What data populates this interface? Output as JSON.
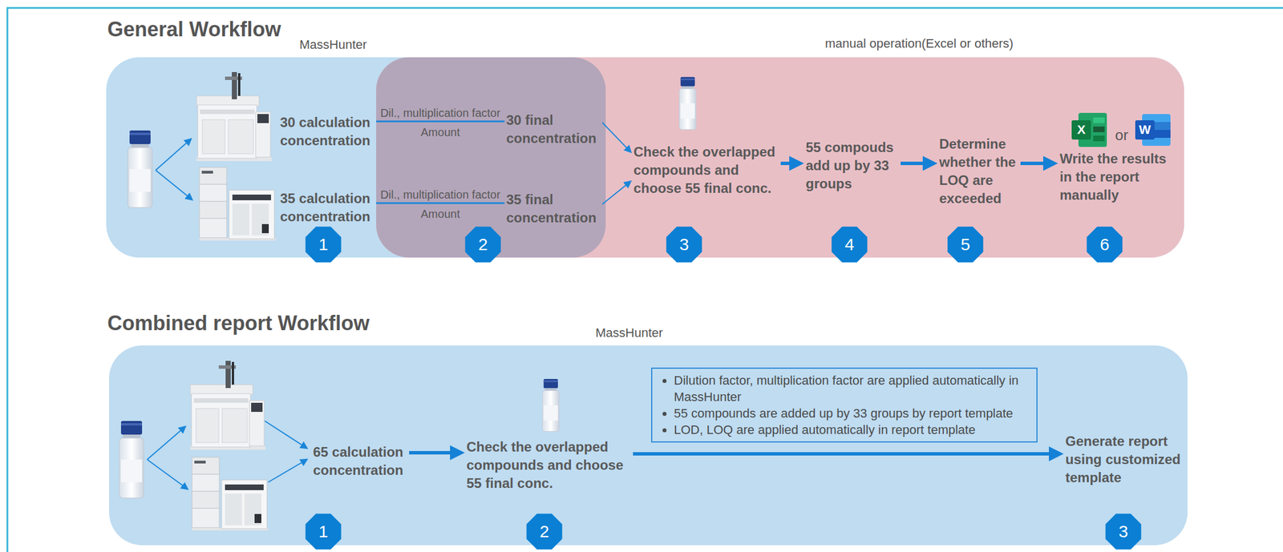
{
  "diagram": {
    "nodes": [
      {
        "text": [
          "General Workflow",
          "MassHunter"
        ]
      },
      {
        "text": [
          "manual operation(Excel or others)"
        ],
        "in": 0
      },
      {
        "text": [
          "30 calculation concentration"
        ],
        "in": 0
      },
      {
        "text": [
          "30 final concentration"
        ],
        "in": 1
      },
      {
        "text": [
          "35 calculation concentration"
        ],
        "in": 0
      },
      {
        "text": [
          "35 final concentration"
        ],
        "in": 1
      },
      {
        "text": [
          "Check the overlapped compounds and choose 55 final conc."
        ],
        "in": 1
      },
      {
        "text": [
          "55 compouds add up by 33 groups"
        ],
        "in": 1
      },
      {
        "text": [
          "Determine whether the LOQ are exceeded"
        ],
        "in": 1
      },
      {
        "text": [
          "Write the results in the report manually"
        ],
        "in": 1
      },
      {
        "text": [
          "Combined report Workflow",
          "MassHunter"
        ]
      },
      {
        "text": [
          "65 calculation concentration"
        ],
        "in": 10
      },
      {
        "text": [
          "Check the overlapped compounds and choose 55 final conc."
        ],
        "in": 10
      },
      {
        "text": [
          "Dilution factor, multiplication factor are applied automatically in MassHunter",
          "55 compounds are added up by 33 groups by report template",
          "LOD, LOQ are applied automatically in report template"
        ],
        "in": 10
      },
      {
        "text": [
          "Generate report using customized template"
        ],
        "in": 10
      }
    ],
    "edges": [
      {
        "from": 2,
        "to": 3,
        "arrow": "none",
        "label": "Dil., multiplication factor"
      },
      {
        "from": 4,
        "to": 5,
        "arrow": "none",
        "label": "Dil., multiplication factor"
      },
      {
        "from": 3,
        "to": 6,
        "arrow": "to"
      },
      {
        "from": 5,
        "to": 6,
        "arrow": "to"
      },
      {
        "from": 6,
        "to": 7,
        "arrow": "to"
      },
      {
        "from": 7,
        "to": 8,
        "arrow": "to"
      },
      {
        "from": 8,
        "to": 9,
        "arrow": "to"
      },
      {
        "from": 11,
        "to": 12,
        "arrow": "to"
      },
      {
        "from": 12,
        "to": 14,
        "arrow": "to"
      }
    ],
    "labels": [
      "Amount",
      "Amount",
      "X",
      "or",
      "W",
      "1",
      "2",
      "3",
      "4",
      "5",
      "6",
      "1",
      "2",
      "3"
    ]
  }
}
